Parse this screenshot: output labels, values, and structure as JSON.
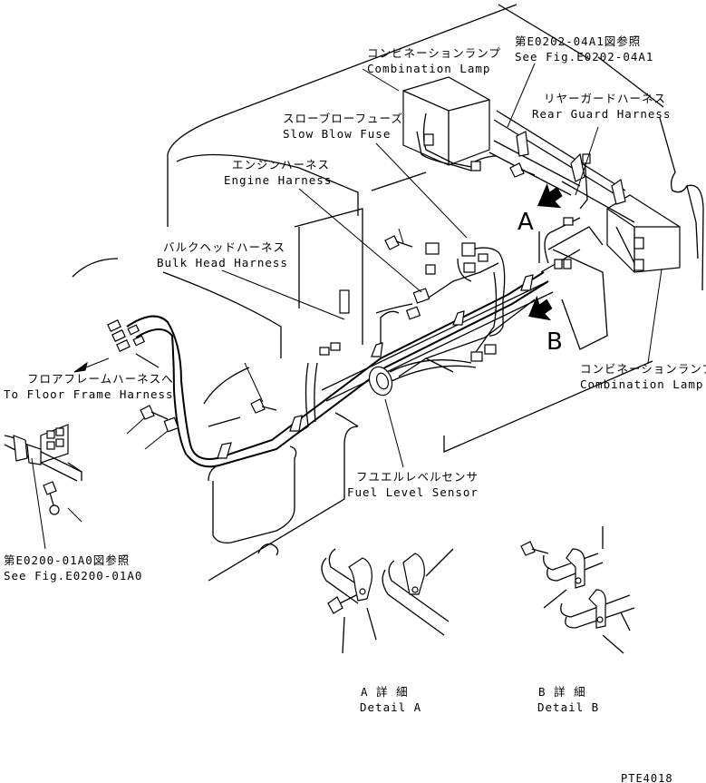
{
  "labels": {
    "combination_lamp_top_jp": "コンビネーションランプ",
    "combination_lamp_top_en": "Combination Lamp",
    "see_fig_top_jp": "第E0202-04A1図参照",
    "see_fig_top_en": "See Fig.E0202-04A1",
    "rear_guard_jp": "リヤーガードハーネス",
    "rear_guard_en": "Rear Guard Harness",
    "slow_blow_jp": "スローブローフューズ",
    "slow_blow_en": "Slow Blow Fuse",
    "engine_harness_jp": "エンジンハーネス",
    "engine_harness_en": "Engine Harness",
    "bulk_head_jp": "バルクヘッドハーネス",
    "bulk_head_en": "Bulk Head Harness",
    "floor_frame_jp": "フロアフレームハーネスへ",
    "floor_frame_en": "To Floor Frame Harness",
    "combination_lamp_right_jp": "コンビネーションランプ",
    "combination_lamp_right_en": "Combination Lamp",
    "fuel_level_jp": "フユエルレベルセンサ",
    "fuel_level_en": "Fuel Level Sensor",
    "see_fig_left_jp": "第E0200-01A0図参照",
    "see_fig_left_en": "See Fig.E0200-01A0",
    "detail_a_jp": "A 詳 細",
    "detail_a_en": "Detail A",
    "detail_b_jp": "B 詳 細",
    "detail_b_en": "Detail B",
    "marker_a": "A",
    "marker_b": "B",
    "drawing_code": "PTE4018"
  }
}
